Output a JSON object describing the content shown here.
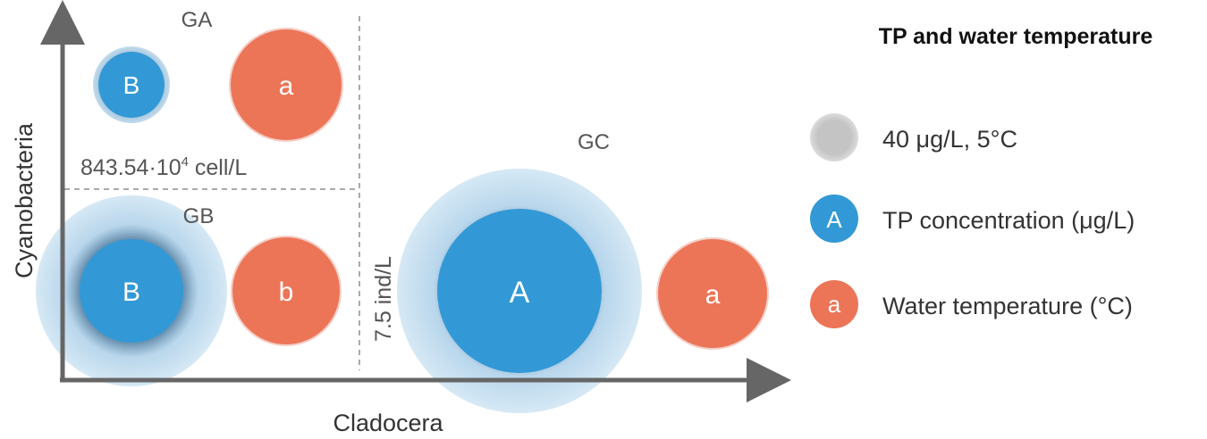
{
  "axes": {
    "x_label": "Cladocera",
    "y_label": "Cyanobacteria"
  },
  "thresholds": {
    "cyano_label_main": "843.54·10",
    "cyano_label_exp": "4",
    "cyano_label_unit": " cell/L",
    "clado_label": "7.5 ind/L"
  },
  "groups": [
    {
      "name": "GA",
      "tp_letter": "B",
      "temp_letter": "a"
    },
    {
      "name": "GB",
      "tp_letter": "B",
      "temp_letter": "b"
    },
    {
      "name": "GC",
      "tp_letter": "A",
      "temp_letter": "a"
    }
  ],
  "legend": {
    "title": "TP and water temperature",
    "items": [
      {
        "symbol": "",
        "label": "40 μg/L, 5°C"
      },
      {
        "symbol": "A",
        "label": "TP concentration (μg/L)"
      },
      {
        "symbol": "a",
        "label": "Water temperature (°C)"
      }
    ]
  },
  "colors": {
    "tp_blue": "#3399d6",
    "temp_orange": "#ec7558",
    "halo_blue": "#a8cfe8",
    "reference_gray": "#c8c8c8",
    "axis_gray": "#666666",
    "dashed_gray": "#aaaaaa"
  }
}
